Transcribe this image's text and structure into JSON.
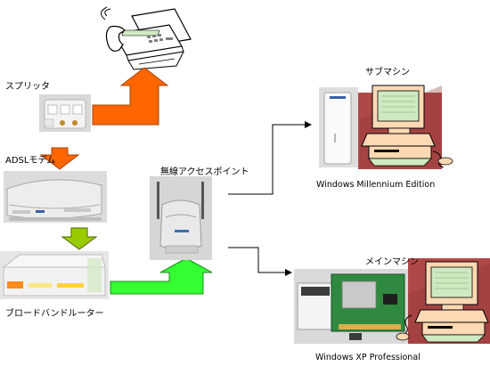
{
  "nodes": {
    "splitter": {
      "label": "スプリッタ"
    },
    "adsl_modem": {
      "label": "ADSLモデム"
    },
    "broadband_router": {
      "label": "ブロードバンドルーター"
    },
    "access_point": {
      "label": "無線アクセスポイント"
    },
    "sub_machine": {
      "label": "サブマシン",
      "os": "Windows Millennium Edition"
    },
    "main_machine": {
      "label": "メインマシン",
      "os": "Windows XP Professional"
    }
  },
  "colors": {
    "arrow_orange": "#ff6600",
    "arrow_olive": "#99cc00",
    "arrow_green": "#33ff33",
    "accent_red_panel": "#b04848",
    "monitor_green": "#cfe9c2",
    "computer_body": "#ffd9b3"
  },
  "icons": {
    "fax": "fax-machine-icon",
    "computer": "desktop-computer-icon"
  }
}
